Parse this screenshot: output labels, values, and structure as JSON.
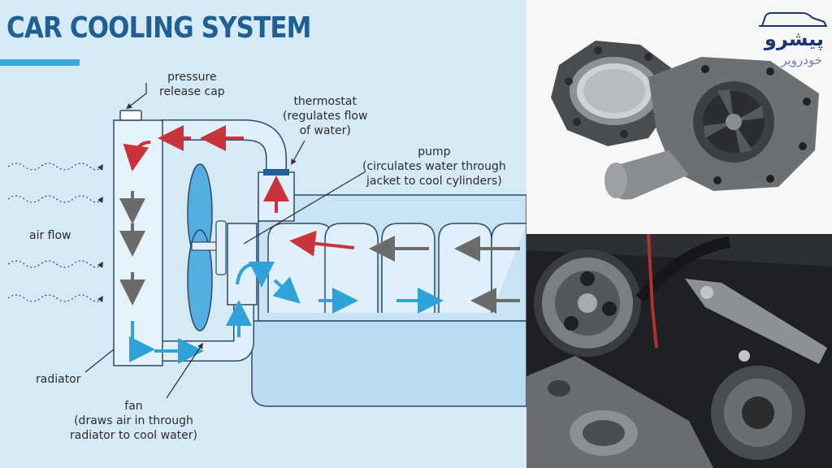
{
  "diagram": {
    "title": "CAR COOLING SYSTEM",
    "labels": {
      "pressure_cap": [
        "pressure",
        "release cap"
      ],
      "thermostat": [
        "thermostat",
        "(regulates flow",
        "of water)"
      ],
      "pump": [
        "pump",
        "(circulates water through",
        "jacket to cool cylinders)"
      ],
      "air_flow": "air flow",
      "radiator": "radiator",
      "fan": [
        "fan",
        "(draws air in through",
        "radiator to cool water)"
      ]
    },
    "colors": {
      "background": "#d6eaf6",
      "title": "#1f5f93",
      "hot_flow": "#c9343a",
      "cool_flow": "#2fa3d8",
      "neutral_flow": "#6b6b6b"
    }
  },
  "logo": {
    "name": "پیشرو",
    "tagline": "خودرویر"
  },
  "photos": {
    "top": "water-pump-part-photo",
    "bottom": "engine-bay-photo"
  }
}
